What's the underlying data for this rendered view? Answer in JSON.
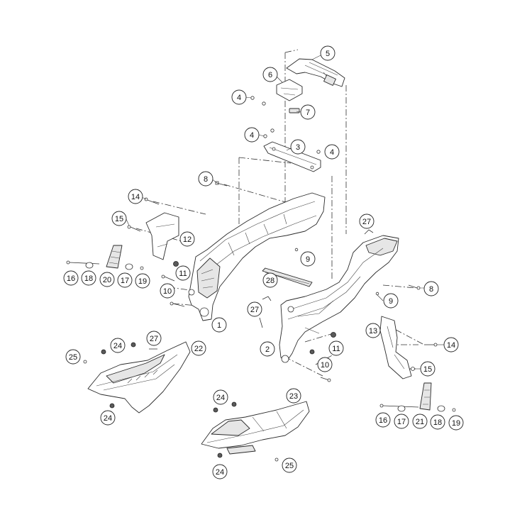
{
  "diagram": {
    "callouts": [
      {
        "id": "c5a",
        "label": "5"
      },
      {
        "id": "c6",
        "label": "6"
      },
      {
        "id": "c4a",
        "label": "4"
      },
      {
        "id": "c7",
        "label": "7"
      },
      {
        "id": "c4b",
        "label": "4"
      },
      {
        "id": "c3",
        "label": "3"
      },
      {
        "id": "c4c",
        "label": "4"
      },
      {
        "id": "c8a",
        "label": "8"
      },
      {
        "id": "c14a",
        "label": "14"
      },
      {
        "id": "c15a",
        "label": "15"
      },
      {
        "id": "c12",
        "label": "12"
      },
      {
        "id": "c27a",
        "label": "27"
      },
      {
        "id": "c9a",
        "label": "9"
      },
      {
        "id": "c16a",
        "label": "16"
      },
      {
        "id": "c18a",
        "label": "18"
      },
      {
        "id": "c20",
        "label": "20"
      },
      {
        "id": "c17a",
        "label": "17"
      },
      {
        "id": "c19a",
        "label": "19"
      },
      {
        "id": "c11a",
        "label": "11"
      },
      {
        "id": "c28",
        "label": "28"
      },
      {
        "id": "c9b",
        "label": "9"
      },
      {
        "id": "c8b",
        "label": "8"
      },
      {
        "id": "c10a",
        "label": "10"
      },
      {
        "id": "c27b",
        "label": "27"
      },
      {
        "id": "c1",
        "label": "1"
      },
      {
        "id": "c13",
        "label": "13"
      },
      {
        "id": "c27c",
        "label": "27"
      },
      {
        "id": "c24a",
        "label": "24"
      },
      {
        "id": "c22",
        "label": "22"
      },
      {
        "id": "c25a",
        "label": "25"
      },
      {
        "id": "c2",
        "label": "2"
      },
      {
        "id": "c11b",
        "label": "11"
      },
      {
        "id": "c14b",
        "label": "14"
      },
      {
        "id": "c10b",
        "label": "10"
      },
      {
        "id": "c15b",
        "label": "15"
      },
      {
        "id": "c24b",
        "label": "24"
      },
      {
        "id": "c24c",
        "label": "24"
      },
      {
        "id": "c23",
        "label": "23"
      },
      {
        "id": "c16b",
        "label": "16"
      },
      {
        "id": "c17b",
        "label": "17"
      },
      {
        "id": "c21",
        "label": "21"
      },
      {
        "id": "c18b",
        "label": "18"
      },
      {
        "id": "c19b",
        "label": "19"
      },
      {
        "id": "c25b",
        "label": "25"
      },
      {
        "id": "c24d",
        "label": "24"
      }
    ]
  }
}
